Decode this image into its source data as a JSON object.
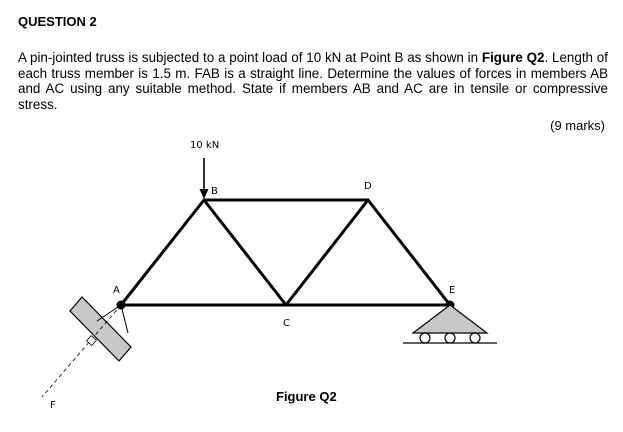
{
  "question": {
    "heading": "QUESTION 2",
    "text_1": "A pin-jointed truss is subjected to a point load of 10 kN at Point B as shown in ",
    "figure_ref": "Figure Q2",
    "text_2": ". Length of each truss member is 1.5 m. FAB is a straight line. Determine the values of forces in members AB and AC using any suitable method.  State if members AB and AC are in tensile or compressive stress.",
    "marks": "(9 marks)"
  },
  "figure": {
    "load_label": "10 kN",
    "nodes": {
      "A": "A",
      "B": "B",
      "C": "C",
      "D": "D",
      "E": "E",
      "F": "F"
    },
    "caption": "Figure Q2"
  }
}
